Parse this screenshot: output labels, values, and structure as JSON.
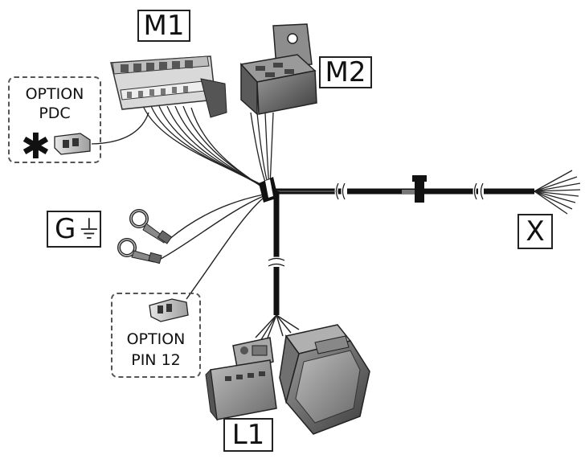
{
  "labels": {
    "m1": "M1",
    "m2": "M2",
    "g": "G",
    "x": "X",
    "l1": "L1"
  },
  "options": {
    "pdc": {
      "line1": "OPTION",
      "line2": "PDC",
      "marker": "✱"
    },
    "pin12": {
      "line1": "OPTION",
      "line2": "PIN 12"
    }
  },
  "icons": {
    "ground": "ground-symbol-icon"
  }
}
